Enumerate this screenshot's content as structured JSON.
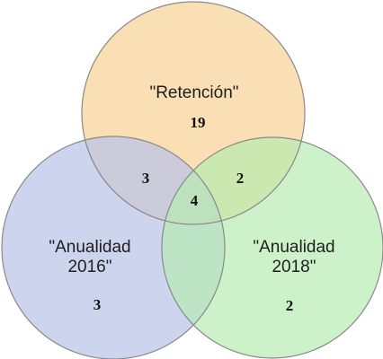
{
  "sets": {
    "retencion": {
      "label": "\"Retención\"",
      "fill": "#f8d9a6",
      "stroke": "#8a8a8a"
    },
    "anualidad_2016": {
      "label_lines": [
        "\"Anualidad",
        "2016\""
      ],
      "fill": "#b9c4e8",
      "stroke": "#8a8a8a"
    },
    "anualidad_2018": {
      "label_lines": [
        "\"Anualidad",
        "2018\""
      ],
      "fill": "#b5ecb0",
      "stroke": "#8a8a8a"
    }
  },
  "counts": {
    "retencion_only": "19",
    "retencion_and_2016": "3",
    "retencion_and_2018": "2",
    "all_three": "4",
    "anualidad_2016_only": "3",
    "anualidad_2018_only": "2"
  }
}
